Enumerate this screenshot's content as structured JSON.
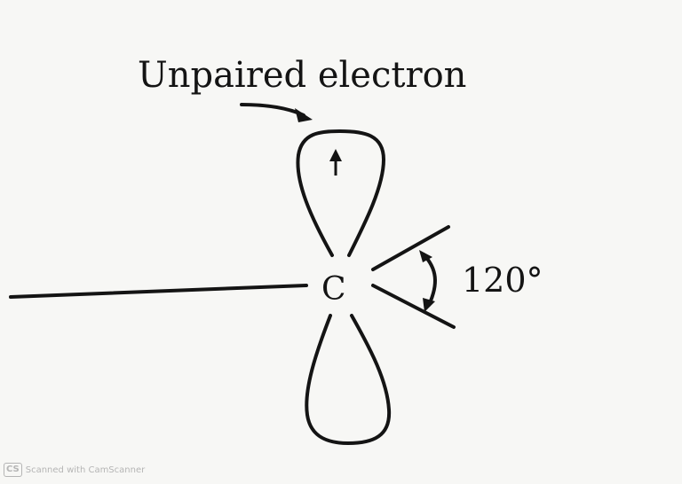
{
  "diagram": {
    "title_label": "Unpaired electron",
    "central_atom": "C",
    "bond_angle": "120°",
    "upper_lobe_content": "up-arrow (single electron spin)",
    "colors": {
      "background": "#f7f7f5",
      "ink": "#141414",
      "watermark": "#b5b5b5"
    }
  },
  "watermark": {
    "logo": "CS",
    "text": "Scanned with CamScanner"
  }
}
